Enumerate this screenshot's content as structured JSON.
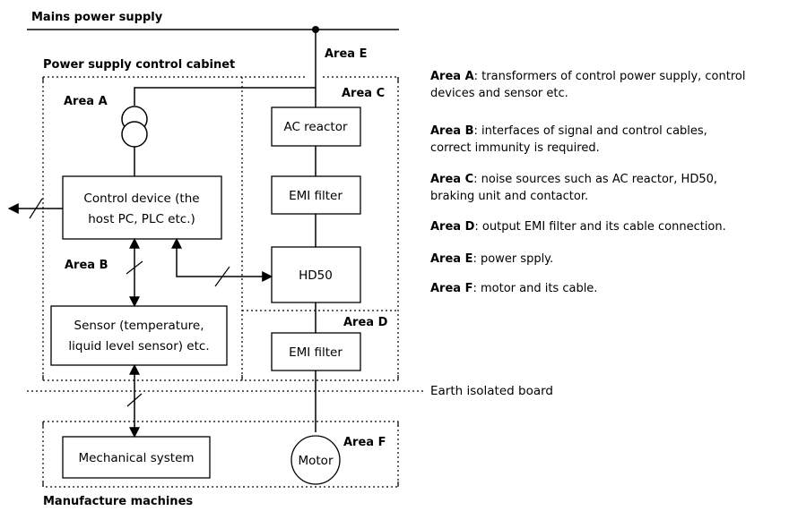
{
  "title": "Mains power supply",
  "cabinet_label": "Power supply control cabinet",
  "machines_label": "Manufacture machines",
  "earth_label": "Earth isolated board",
  "areas": {
    "a": "Area A",
    "b": "Area B",
    "c": "Area C",
    "d": "Area D",
    "e": "Area E",
    "f": "Area F"
  },
  "boxes": {
    "ac_reactor": "AC reactor",
    "emi_filter_top": "EMI filter",
    "hd50": "HD50",
    "emi_filter_bottom": "EMI filter",
    "motor": "Motor",
    "control_device_line1": "Control device (the",
    "control_device_line2": "host PC, PLC etc.)",
    "sensor_line1": "Sensor (temperature,",
    "sensor_line2": "liquid level sensor) etc.",
    "mechanical": "Mechanical system"
  },
  "legend": [
    {
      "key": "Area A",
      "text": ": transformers of control power supply, control devices and sensor etc."
    },
    {
      "key": "Area B",
      "text": ": interfaces of signal and control cables, correct immunity is required."
    },
    {
      "key": "Area C",
      "text": ": noise sources such as AC reactor, HD50, braking unit and contactor."
    },
    {
      "key": "Area D",
      "text": ": output EMI filter and its cable connection."
    },
    {
      "key": "Area E",
      "text": ": power spply."
    },
    {
      "key": "Area F",
      "text": ": motor and its cable."
    }
  ]
}
